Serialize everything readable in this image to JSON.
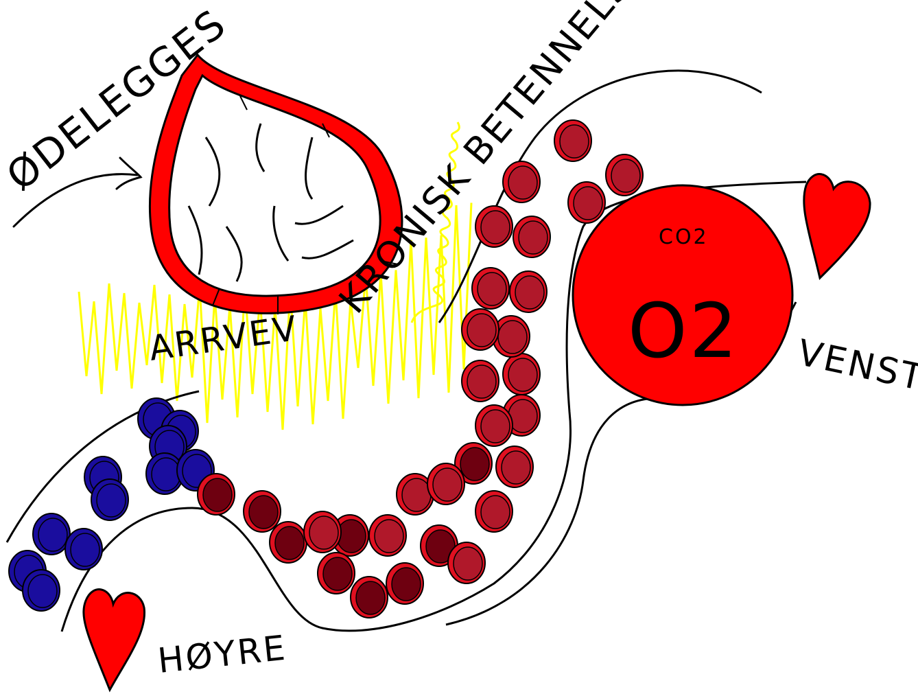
{
  "labels": {
    "destroyed": "ØDELEGGES",
    "chronic_inflammation": "KRONISK BETENNELSE",
    "scar_tissue": "ARRVEV",
    "right": "HØYRE",
    "left": "VENSTRE",
    "co2": "CO2",
    "o2": "O2"
  },
  "colors": {
    "oxygenated": "#ff0000",
    "deoxygenated_blue": "#1a0d9e",
    "dark_red_cell": "#6e0010",
    "mid_red_cell": "#b0182a",
    "bright_red_cell": "#e01020",
    "inflammation_scribble": "#ffff00",
    "outline": "#000000"
  },
  "icons": [
    "heart-icon",
    "arrow-icon",
    "blood-cell-icon"
  ]
}
